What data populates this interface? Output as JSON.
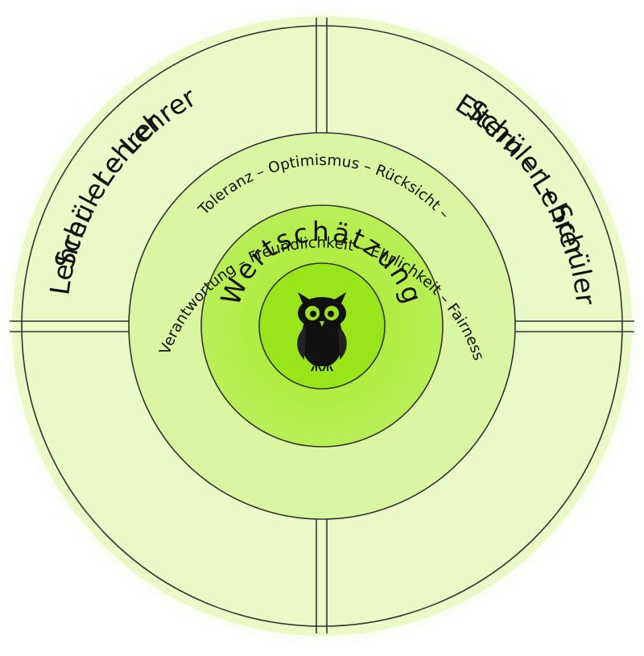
{
  "diagram": {
    "center_title": "Wertschätzung",
    "mascot": "owl-icon",
    "values_ring_top": "Verantwortung – Freundlichkeit – Ehrlichkeit – Fairness",
    "values_ring_bottom": "Toleranz – Optimismus – Rücksicht –",
    "quadrants": {
      "top_left": "Lehrer – Lehrer",
      "top_right": "Schüler – Schüler",
      "bottom_right": "Schüler – Lehrer",
      "bottom_left": "Eltern – Lehrer"
    },
    "colors": {
      "outer_ring": "#eaf9c6",
      "outer_glow": "#f3fbdf",
      "values_ring": "#d9f6a2",
      "center_ring": "#b8ef52",
      "inner_circle": "#99e51b",
      "lines": "#333333",
      "owl": "#111111",
      "owl_eyes": "#9be11e"
    }
  }
}
